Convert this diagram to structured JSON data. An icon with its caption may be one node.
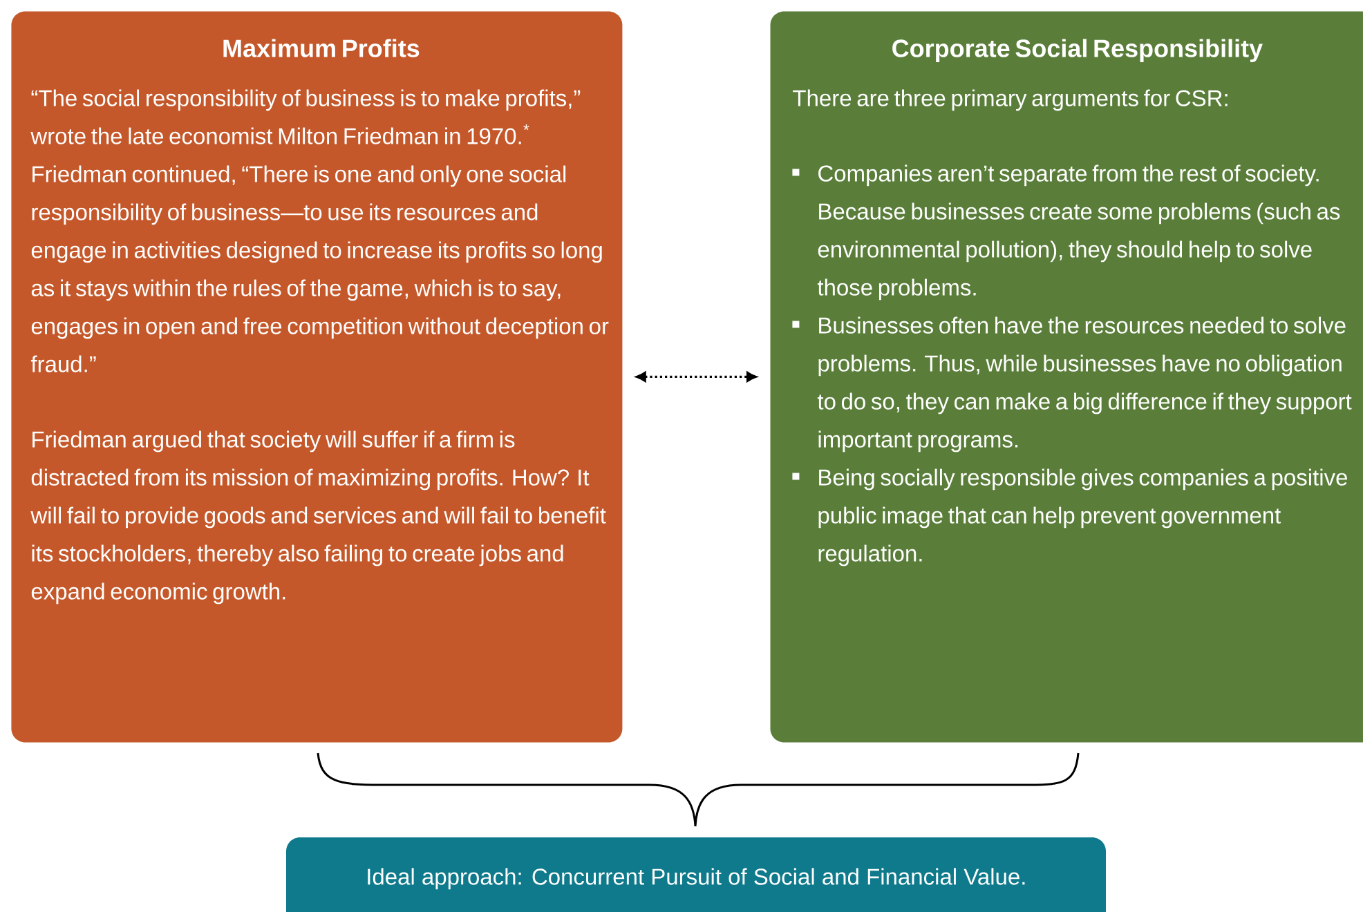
{
  "diagram": {
    "nodes": [
      {
        "text": [
          "Maximum Profits",
          "“The social responsibility of business is to make profits,” wrote the late economist Milton Friedman in 1970.$^{*}$ Friedman continued, “There is one and only one social responsibility of business—to use its resources and engage in activities designed to increase its profits so long as it stays within the rules of the game, which is to say, engages in open and free competition without deception or fraud.”",
          "Friedman argued that society will suffer if a firm is distracted from its mission of maximizing profits. How? It will fail to provide goods and services and will fail to benefit its stockholders, thereby also failing to create jobs and expand economic growth."
        ]
      },
      {
        "text": [
          "Corporate Social Responsibility",
          "There are three primary arguments for CSR:",
          "Companies aren’t separate from the rest of society. Because businesses create some problems (such as environmental pollution), they should help to solve those problems.",
          "Businesses often have the resources needed to solve problems. Thus, while businesses have no obligation to do so, they can make a big difference if they support important programs.",
          "Being socially responsible gives companies a positive public image that can help prevent government regulation."
        ]
      },
      {
        "text": [
          "Ideal approach: Concurrent Pursuit of Social and Financial Value."
        ]
      }
    ],
    "edges": [
      {
        "from": 0,
        "to": 1,
        "arrow": "both",
        "style": "dashed"
      }
    ]
  }
}
